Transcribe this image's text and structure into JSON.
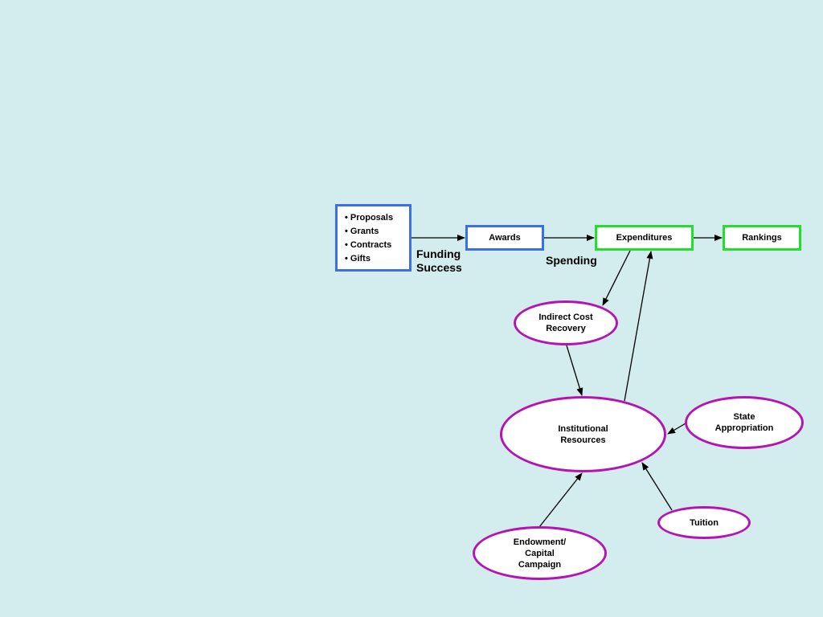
{
  "nodes": {
    "sources": {
      "items": [
        "• Proposals",
        "• Grants",
        "• Contracts",
        "• Gifts"
      ]
    },
    "awards": "Awards",
    "expenditures": "Expenditures",
    "rankings": "Rankings",
    "indirect_cost_recovery": "Indirect Cost\nRecovery",
    "institutional_resources": "Institutional\nResources",
    "state_appropriation": "State\nAppropriation",
    "tuition": "Tuition",
    "endowment": "Endowment/\nCapital\nCampaign"
  },
  "edge_labels": {
    "funding_success": "Funding\nSuccess",
    "spending": "Spending"
  },
  "colors": {
    "background": "#d3ecee",
    "blue_border": "#3b6fe6",
    "green_border": "#22e02a",
    "purple_border": "#b414b4"
  }
}
